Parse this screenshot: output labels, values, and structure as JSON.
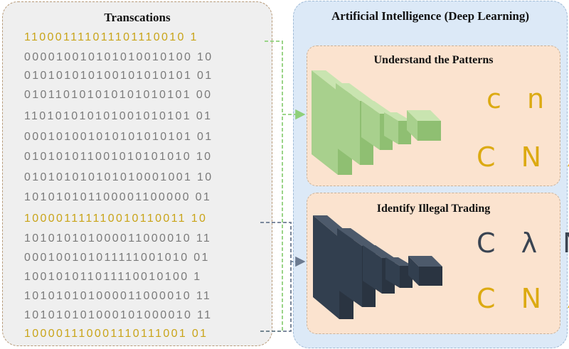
{
  "transactions": {
    "title": "Transcations",
    "rows": [
      "110001111011101110010 1",
      "000010010101010010100 10",
      "010101010100101010101 01",
      "010110101010101010101 00",
      "110101010101001010101 01",
      "000101001010101010101 01",
      "010101011001010101010 10",
      "010101010101010001001 10",
      "101010101100001100000 01",
      "100001111110010110011 10",
      "101010101000011000010 11",
      "000100101011111001010 01",
      "100101011011110010100 1",
      "101010101000011000010 11",
      "101010101000101000010 11",
      "100001110001110111001 01"
    ],
    "highlighted_rows": [
      0,
      9,
      15
    ]
  },
  "ai": {
    "title": "Artificial Intelligence (Deep Learning)",
    "patterns": {
      "title": "Understand the Patterns",
      "glyphs_top": "c n λ",
      "glyphs_bottom": "C N λ"
    },
    "illegal": {
      "title": "Identify Illegal Trading",
      "glyphs_top": "C λ N",
      "glyphs_bottom": "C N λ"
    }
  },
  "colors": {
    "highlight": "#c9a418",
    "green_arrow": "#8fd07a",
    "gray_arrow": "#6b7a90",
    "green_net": "#a8d08d",
    "dark_net": "#323f4f"
  }
}
